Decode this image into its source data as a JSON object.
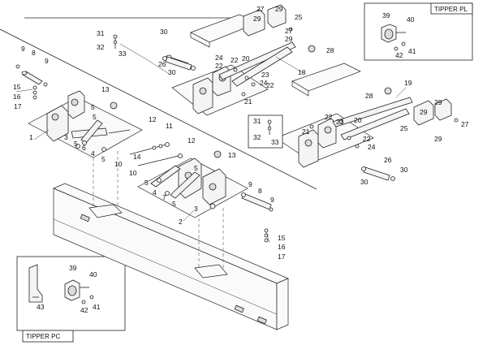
{
  "insets": {
    "tipper_pl": "TIPPER PL",
    "tipper_pc": "TIPPER PC"
  },
  "callouts": {
    "c1": "1",
    "c2": "2",
    "c3": "3",
    "c4": "4",
    "c5": "5",
    "c6": "6",
    "c7": "7",
    "c8": "8",
    "c9": "9",
    "c10": "10",
    "c11": "11",
    "c12": "12",
    "c13": "13",
    "c14": "14",
    "c15": "15",
    "c16": "16",
    "c17": "17",
    "c18": "18",
    "c19": "19",
    "c20": "20",
    "c21": "21",
    "c22": "22",
    "c23": "23",
    "c24": "24",
    "c25": "25",
    "c26": "26",
    "c27": "27",
    "c28": "28",
    "c29": "29",
    "c30": "30",
    "c31": "31",
    "c32": "32",
    "c33": "33",
    "c39": "39",
    "c40": "40",
    "c41": "41",
    "c42": "42",
    "c43": "43"
  }
}
